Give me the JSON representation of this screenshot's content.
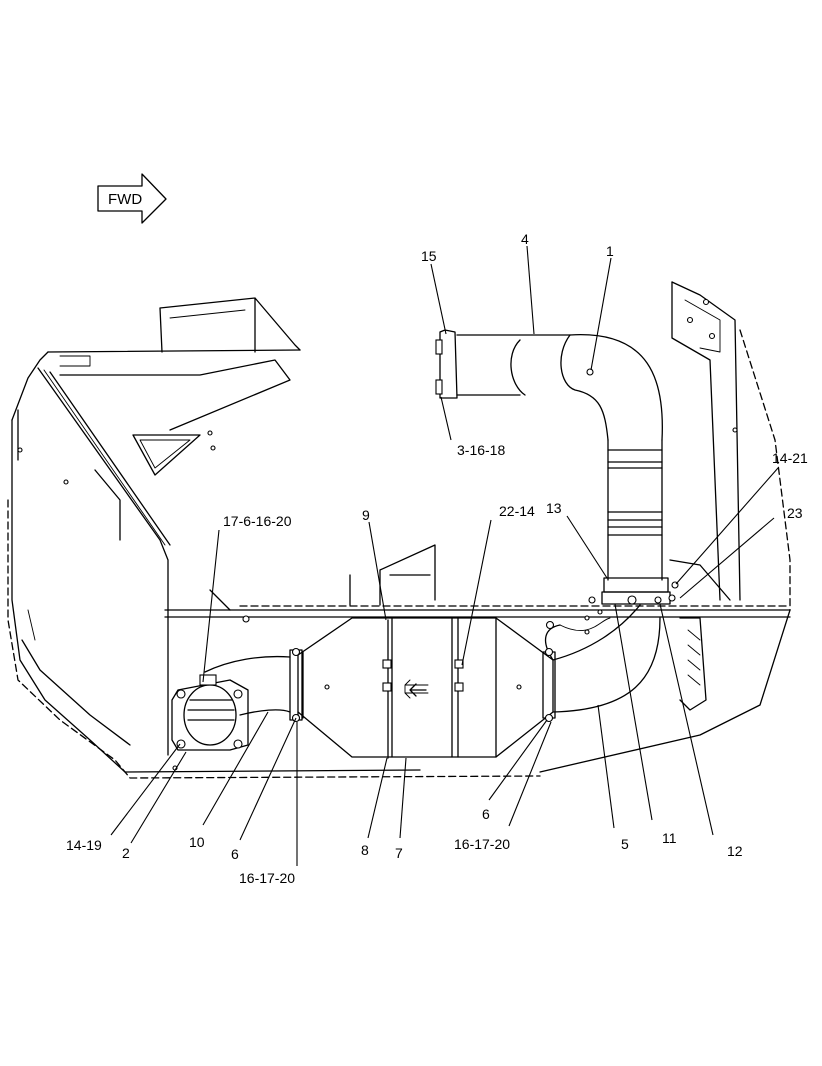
{
  "fwd_label": "FWD",
  "callouts": [
    {
      "id": "c1",
      "text": "1"
    },
    {
      "id": "c4",
      "text": "4"
    },
    {
      "id": "c15",
      "text": "15"
    },
    {
      "id": "c3-16-18",
      "text": "3-16-18"
    },
    {
      "id": "c14-21",
      "text": "14-21"
    },
    {
      "id": "c23",
      "text": "23"
    },
    {
      "id": "c13",
      "text": "13"
    },
    {
      "id": "c9",
      "text": "9"
    },
    {
      "id": "c22-14",
      "text": "22-14"
    },
    {
      "id": "c17-6-16-20",
      "text": "17-6-16-20"
    },
    {
      "id": "c14-19",
      "text": "14-19"
    },
    {
      "id": "c2",
      "text": "2"
    },
    {
      "id": "c10",
      "text": "10"
    },
    {
      "id": "c6a",
      "text": "6"
    },
    {
      "id": "c16-17-20a",
      "text": "16-17-20"
    },
    {
      "id": "c8",
      "text": "8"
    },
    {
      "id": "c7",
      "text": "7"
    },
    {
      "id": "c6b",
      "text": "6"
    },
    {
      "id": "c16-17-20b",
      "text": "16-17-20"
    },
    {
      "id": "c5",
      "text": "5"
    },
    {
      "id": "c11",
      "text": "11"
    },
    {
      "id": "c12",
      "text": "12"
    }
  ]
}
